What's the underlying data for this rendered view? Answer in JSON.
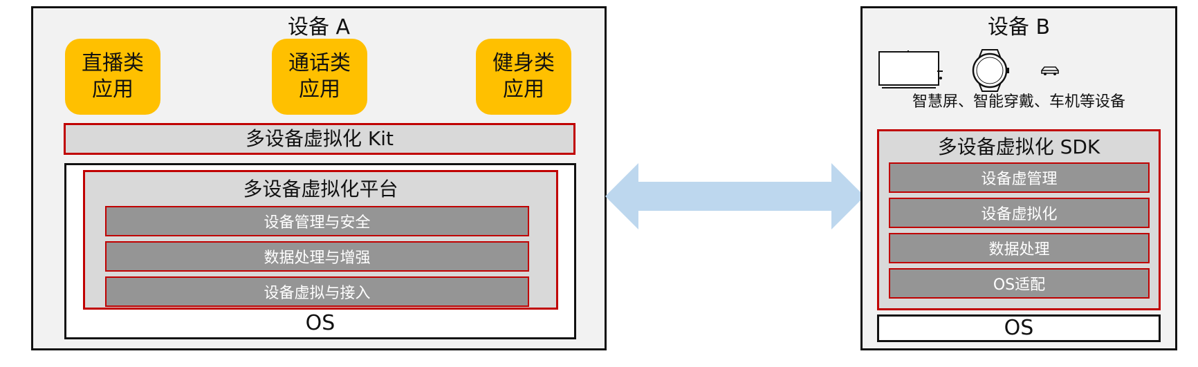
{
  "device_a": {
    "title": "设备 A",
    "apps": [
      {
        "line1": "直播类",
        "line2": "应用"
      },
      {
        "line1": "通话类",
        "line2": "应用"
      },
      {
        "line1": "健身类",
        "line2": "应用"
      }
    ],
    "kit": "多设备虚拟化 Kit",
    "platform": {
      "title": "多设备虚拟化平台",
      "layers": [
        "设备管理与安全",
        "数据处理与增强",
        "设备虚拟与接入"
      ]
    },
    "os": "OS"
  },
  "device_b": {
    "title": "设备 B",
    "caption": "智慧屏、智能穿戴、车机等设备",
    "icons": [
      "smart-screen-icon",
      "smart-watch-icon",
      "car-icon"
    ],
    "sdk": {
      "title": "多设备虚拟化 SDK",
      "layers": [
        "设备虚管理",
        "设备虚拟化",
        "数据处理",
        "OS适配"
      ]
    },
    "os": "OS"
  },
  "connector": {
    "icon": "double-arrow-icon",
    "color": "#bdd7ee"
  },
  "colors": {
    "app_fill": "#ffc000",
    "highlight": "#c00000",
    "layer_fill": "#959595"
  }
}
